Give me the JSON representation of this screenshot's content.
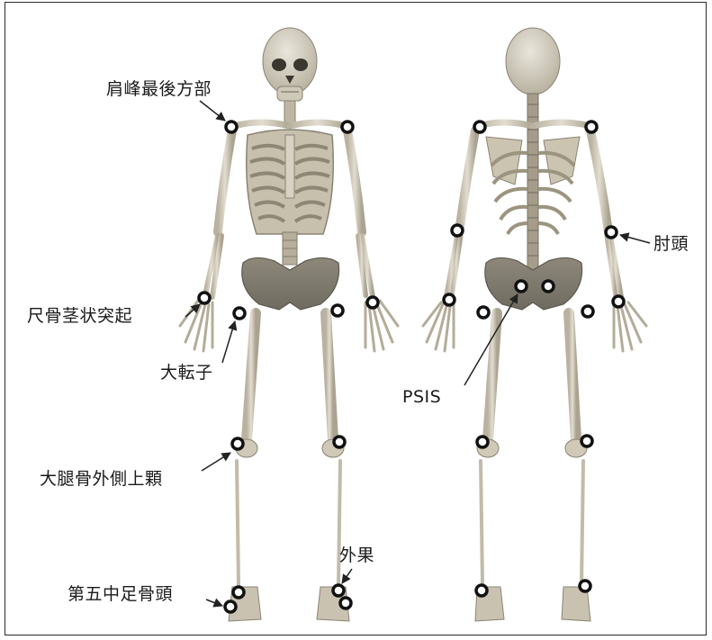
{
  "labels": {
    "acromion": "肩峰最後方部",
    "ulna_styloid": "尺骨茎状突起",
    "greater_trochanter": "大転子",
    "lateral_epicondyle": "大腿骨外側上顆",
    "fifth_metatarsal_head": "第五中足骨頭",
    "lateral_malleolus": "外果",
    "olecranon": "肘頭",
    "psis": "PSIS"
  },
  "colors": {
    "bone": "#d6d0c0",
    "bone_shade": "#a59d8a",
    "pelvis": "#8f8a7b",
    "marker": "#111111",
    "arrow": "#222222",
    "frame": "#2a2a2a"
  }
}
